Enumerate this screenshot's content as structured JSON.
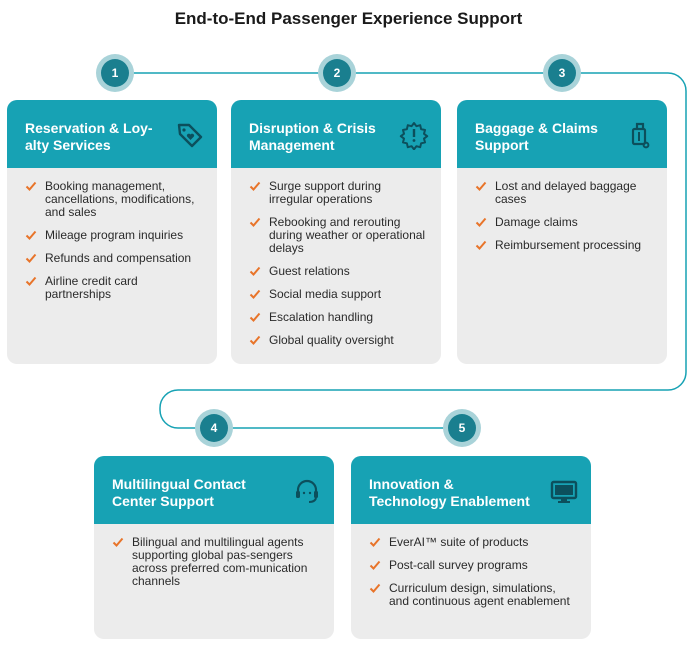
{
  "title": "End-to-End Passenger Experience Support",
  "colors": {
    "header": "#17a2b4",
    "card_bg": "#ececec",
    "step_outer": "#a9d3d9",
    "step_inner": "#1a7f8f",
    "check": "#e8742a",
    "connector": "#17a2b4"
  },
  "steps": [
    "1",
    "2",
    "3",
    "4",
    "5"
  ],
  "cards": [
    {
      "title": "Reservation & Loy-alty Services",
      "icon": "tag-heart-icon",
      "items": [
        "Booking management, cancellations, modifications, and sales",
        "Mileage program inquiries",
        "Refunds and compensation",
        "Airline credit card partnerships"
      ]
    },
    {
      "title": "Disruption & Crisis Management",
      "icon": "gear-alert-icon",
      "items": [
        "Surge support during irregular operations",
        "Rebooking and rerouting during weather or operational delays",
        "Guest relations",
        "Social media support",
        "Escalation handling",
        "Global quality oversight"
      ]
    },
    {
      "title": "Baggage & Claims Support",
      "icon": "luggage-icon",
      "items": [
        "Lost and delayed baggage cases",
        "Damage claims",
        "Reimbursement processing"
      ]
    },
    {
      "title": "Multilingual Contact Center Support",
      "icon": "headset-icon",
      "items": [
        "Bilingual and multilingual agents supporting global pas-sengers across preferred com-munication channels"
      ]
    },
    {
      "title": "Innovation & Technology Enablement",
      "icon": "monitor-icon",
      "items": [
        "EverAI™ suite of products",
        "Post-call survey programs",
        "Curriculum design, simulations, and continuous agent enablement"
      ]
    }
  ]
}
